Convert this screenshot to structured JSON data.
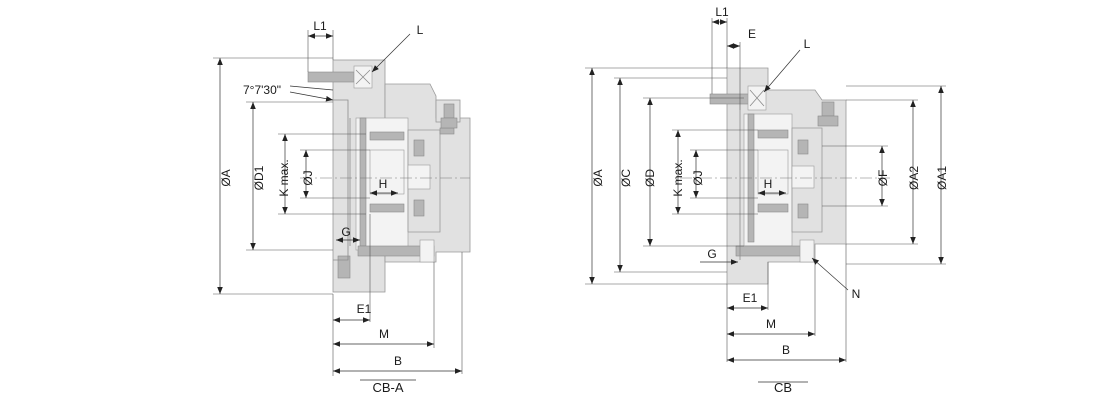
{
  "views": [
    {
      "caption": "CB-A",
      "labels": {
        "A": "ØA",
        "D1": "ØD1",
        "K": "K max.",
        "J": "ØJ",
        "H": "H",
        "G": "G",
        "L": "L",
        "L1": "L1",
        "E1": "E1",
        "M": "M",
        "B": "B",
        "angle": "7°7'30\""
      }
    },
    {
      "caption": "CB",
      "labels": {
        "A": "ØA",
        "C": "ØC",
        "D": "ØD",
        "K": "K max.",
        "J": "ØJ",
        "H": "H",
        "G": "G",
        "L": "L",
        "L1": "L1",
        "E": "E",
        "E1": "E1",
        "M": "M",
        "B": "B",
        "F": "ØF",
        "A2": "ØA2",
        "A1": "ØA1",
        "N": "N"
      }
    }
  ]
}
